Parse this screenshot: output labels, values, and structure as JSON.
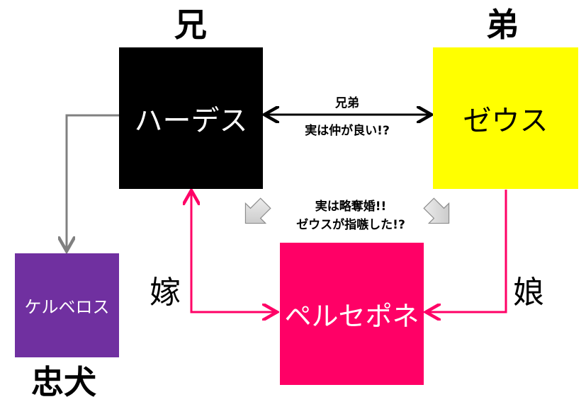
{
  "nodes": {
    "hades": {
      "label": "ハーデス",
      "role": "兄",
      "color": "#000000",
      "text_color": "#ffffff"
    },
    "zeus": {
      "label": "ゼウス",
      "role": "弟",
      "color": "#ffff00",
      "text_color": "#000000"
    },
    "cerberus": {
      "label": "ケルベロス",
      "role": "忠犬",
      "color": "#7030a0",
      "text_color": "#ffffff"
    },
    "persephone": {
      "label": "ペルセポネ",
      "color": "#ff0066",
      "text_color": "#ffffff"
    }
  },
  "edges": {
    "hades_zeus": {
      "line1": "兄弟",
      "line2": "実は仲が良い!?"
    },
    "hades_persephone": {
      "label": "嫁"
    },
    "zeus_persephone": {
      "label": "娘"
    },
    "marriage_note": {
      "line1": "実は略奪婚!!",
      "line2": "ゼウスが指嗾した!?"
    }
  },
  "colors": {
    "pink_arrow": "#ff0066",
    "gray_arrow": "#808080",
    "black_arrow": "#000000"
  }
}
